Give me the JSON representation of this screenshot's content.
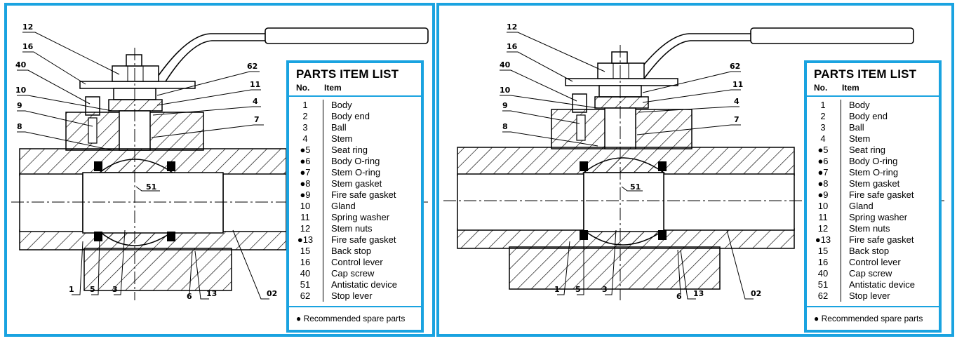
{
  "parts_list": {
    "title": "PARTS ITEM LIST",
    "col_no": "No.",
    "col_item": "Item",
    "rows": [
      {
        "no": "1",
        "item": "Body"
      },
      {
        "no": "2",
        "item": "Body end"
      },
      {
        "no": "3",
        "item": "Ball"
      },
      {
        "no": "4",
        "item": "Stem"
      },
      {
        "no": "●5",
        "item": "Seat ring"
      },
      {
        "no": "●6",
        "item": "Body O-ring"
      },
      {
        "no": "●7",
        "item": "Stem O-ring"
      },
      {
        "no": "●8",
        "item": "Stem gasket"
      },
      {
        "no": "●9",
        "item": "Fire safe gasket"
      },
      {
        "no": "10",
        "item": "Gland"
      },
      {
        "no": "11",
        "item": "Spring washer"
      },
      {
        "no": "12",
        "item": "Stem nuts"
      },
      {
        "no": "●13",
        "item": "Fire safe gasket"
      },
      {
        "no": "15",
        "item": "Back stop"
      },
      {
        "no": "16",
        "item": "Control lever"
      },
      {
        "no": "40",
        "item": "Cap screw"
      },
      {
        "no": "51",
        "item": "Antistatic device"
      },
      {
        "no": "62",
        "item": "Stop lever"
      }
    ],
    "footer": "● Recommended spare parts"
  },
  "callouts": {
    "c12": "12",
    "c16": "16",
    "c40": "40",
    "c10": "10",
    "c9": "9",
    "c8": "8",
    "c62": "62",
    "c11": "11",
    "c4": "4",
    "c7": "7",
    "c51": "51",
    "c1": "1",
    "c5": "5",
    "c3": "3",
    "c6": "6",
    "c13": "13",
    "c02": "02"
  },
  "colors": {
    "frame": "#1aa3e0",
    "ink": "#000000"
  }
}
